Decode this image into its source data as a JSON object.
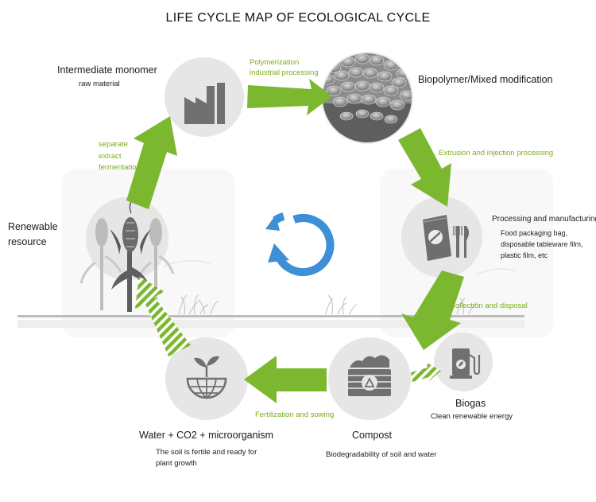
{
  "title": "LIFE CYCLE MAP OF ECOLOGICAL CYCLE",
  "nodes": {
    "intermediate": {
      "title": "Intermediate monomer",
      "subtitle": "raw material",
      "icon": "factory-icon"
    },
    "biopolymer": {
      "title": "Biopolymer/Mixed modification",
      "icon": "plastic-pellets-image"
    },
    "processing": {
      "title": "Processing and manufacturing",
      "subtitle": "Food packaging bag,\ndisposable tableware film,\nplastic film, etc",
      "icon": "packaging-cutlery-icon"
    },
    "compost": {
      "title": "Compost",
      "subtitle": "Biodegradability of soil and water",
      "icon": "recycle-compost-icon"
    },
    "biogas": {
      "title": "Biogas",
      "subtitle": "Clean renewable energy",
      "icon": "fuel-pump-icon"
    },
    "water": {
      "title": "Water + CO2 + microorganism",
      "subtitle": "The soil is fertile and ready for\nplant growth",
      "icon": "seedling-globe-icon"
    },
    "renewable": {
      "title": "Renewable\nresource",
      "icon": "corn-icon"
    }
  },
  "arrows": {
    "polymerization": "Polymerization\nindustrial processing",
    "extrusion": "Extrusion and injection processing",
    "collection": "Collection and disposal",
    "fertilization": "Fertilization and sowing",
    "separate": "separate\nextract\nfermentation"
  },
  "colors": {
    "arrow_green": "#7cb82f",
    "label_green": "#7aad1b",
    "circle_grey": "#e6e6e6",
    "icon_grey": "#707070",
    "center_blue": "#3d8fd6"
  }
}
